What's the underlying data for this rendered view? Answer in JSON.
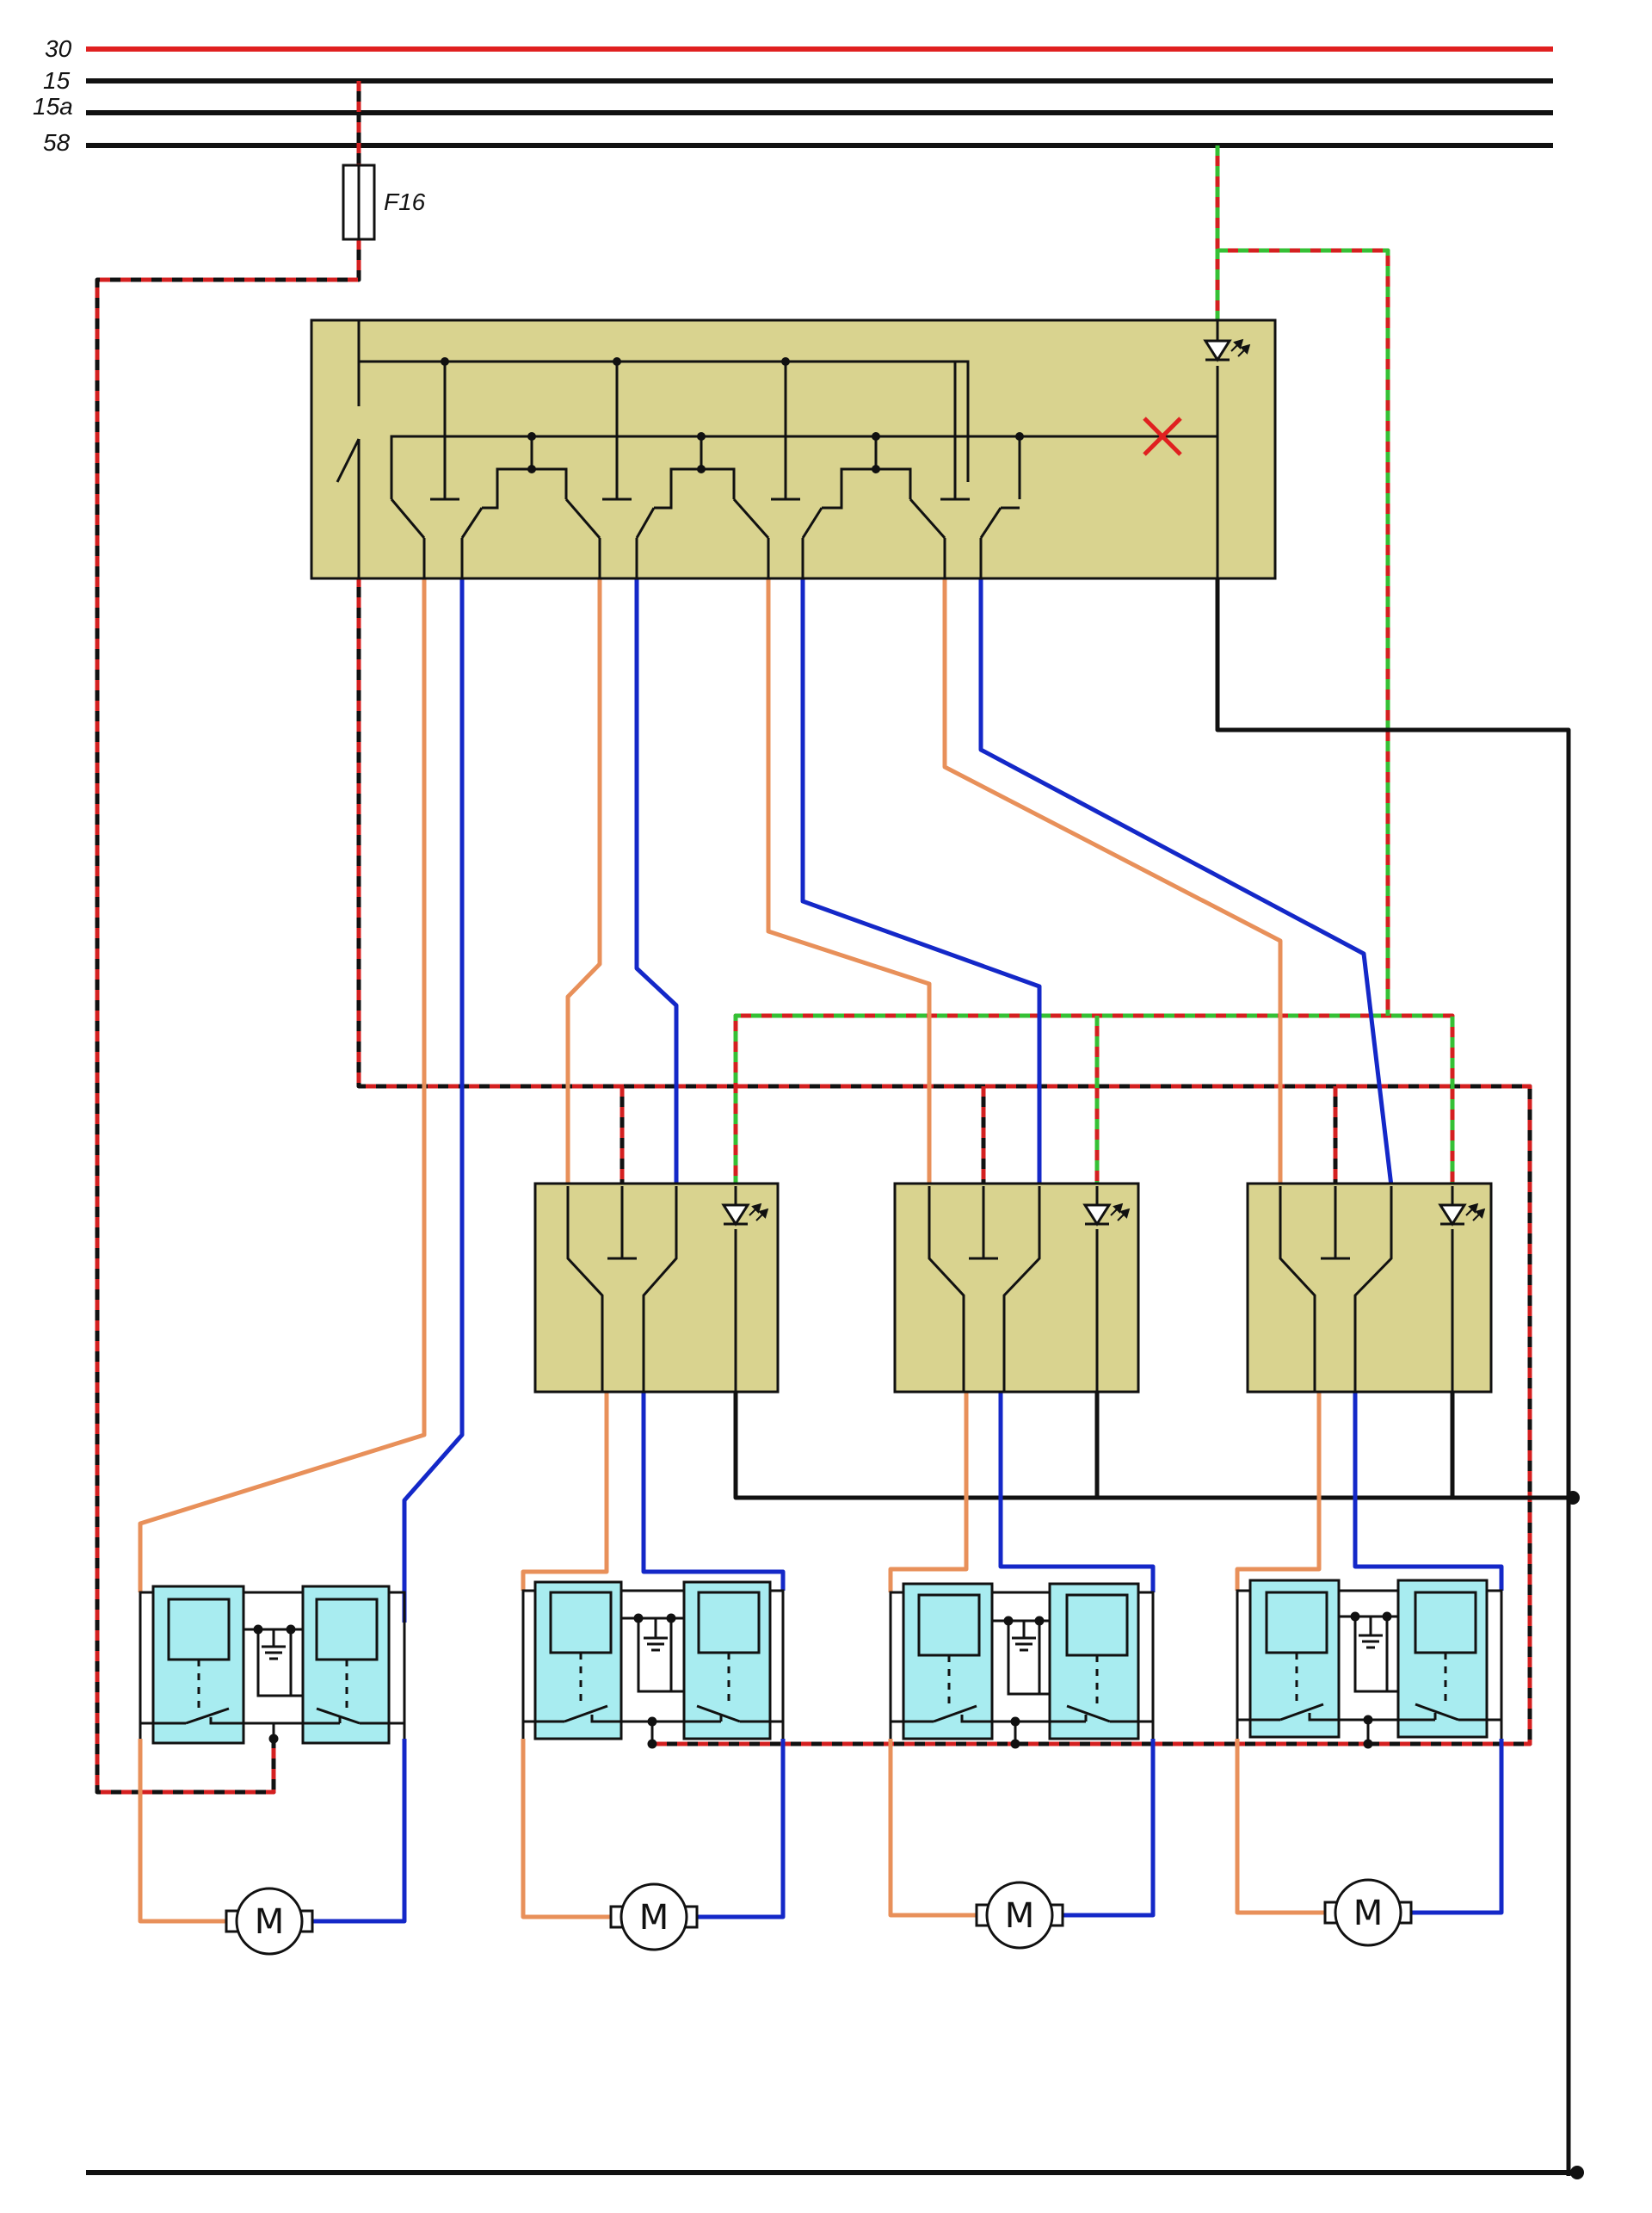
{
  "rails": [
    {
      "label": "30",
      "color": "#e02020"
    },
    {
      "label": "15",
      "color": "#111111"
    },
    {
      "label": "15a",
      "color": "#111111"
    },
    {
      "label": "58",
      "color": "#111111"
    }
  ],
  "fuse": {
    "label": "F16"
  },
  "motor_label": "M",
  "colors": {
    "module": "#d9d38f",
    "relay": "#a8ecf0",
    "power_dashed": "#d42020",
    "lighting_dashed": "#35c035",
    "orange": "#e8905a",
    "blue": "#1428c8",
    "ground": "#111111",
    "fault_mark": "#e02020"
  },
  "icons": [
    "fuse-icon",
    "switch-icon",
    "led-icon",
    "motor-icon",
    "ground-icon",
    "cross-icon"
  ]
}
